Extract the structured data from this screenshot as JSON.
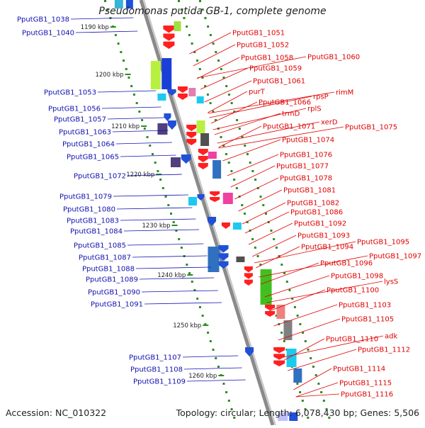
{
  "title": "Pseudomonas putida GB-1, complete genome",
  "footer": {
    "accession": "Accession: NC_010322",
    "summary": "Topology: circular; Length: 6,078,430 bp; Genes: 5,506"
  },
  "colors": {
    "left_label": "#1010b0",
    "right_label": "#e00000",
    "strand_gray": "#8a8a8a",
    "dot_green": "#2e8b22"
  },
  "ticks": [
    "1190 kbp",
    "1200 kbp",
    "1210 kbp",
    "1220 kbp",
    "1230 kbp",
    "1240 kbp",
    "1250 kbp",
    "1260 kbp"
  ],
  "left_labels": [
    "PputGB1_1038",
    "PputGB1_1040",
    "PputGB1_1053",
    "PputGB1_1056",
    "PputGB1_1057",
    "PputGB1_1063",
    "PputGB1_1064",
    "PputGB1_1065",
    "PputGB1_1072",
    "PputGB1_1079",
    "PputGB1_1080",
    "PputGB1_1083",
    "PputGB1_1084",
    "PputGB1_1085",
    "PputGB1_1087",
    "PputGB1_1088",
    "PputGB1_1089",
    "PputGB1_1090",
    "PputGB1_1091",
    "PputGB1_1107",
    "PputGB1_1108",
    "PputGB1_1109"
  ],
  "right_labels": [
    "PputGB1_1051",
    "PputGB1_1052",
    "PputGB1_1058",
    "PputGB1_1060",
    "PputGB1_1059",
    "PputGB1_1061",
    "purT",
    "PputGB1_1066",
    "rpsP",
    "rimM",
    "rplS",
    "trmD",
    "PputGB1_1071",
    "xerD",
    "PputGB1_1075",
    "PputGB1_1074",
    "PputGB1_1076",
    "PputGB1_1077",
    "PputGB1_1078",
    "PputGB1_1081",
    "PputGB1_1082",
    "PputGB1_1086",
    "PputGB1_1092",
    "PputGB1_1093",
    "PputGB1_1094",
    "PputGB1_1095",
    "PputGB1_1097",
    "PputGB1_1096",
    "PputGB1_1098",
    "lysS",
    "PputGB1_1100",
    "PputGB1_1103",
    "PputGB1_1105",
    "adk",
    "PputGB1_1110",
    "PputGB1_1112",
    "PputGB1_1114",
    "PputGB1_1115",
    "PputGB1_1116"
  ]
}
